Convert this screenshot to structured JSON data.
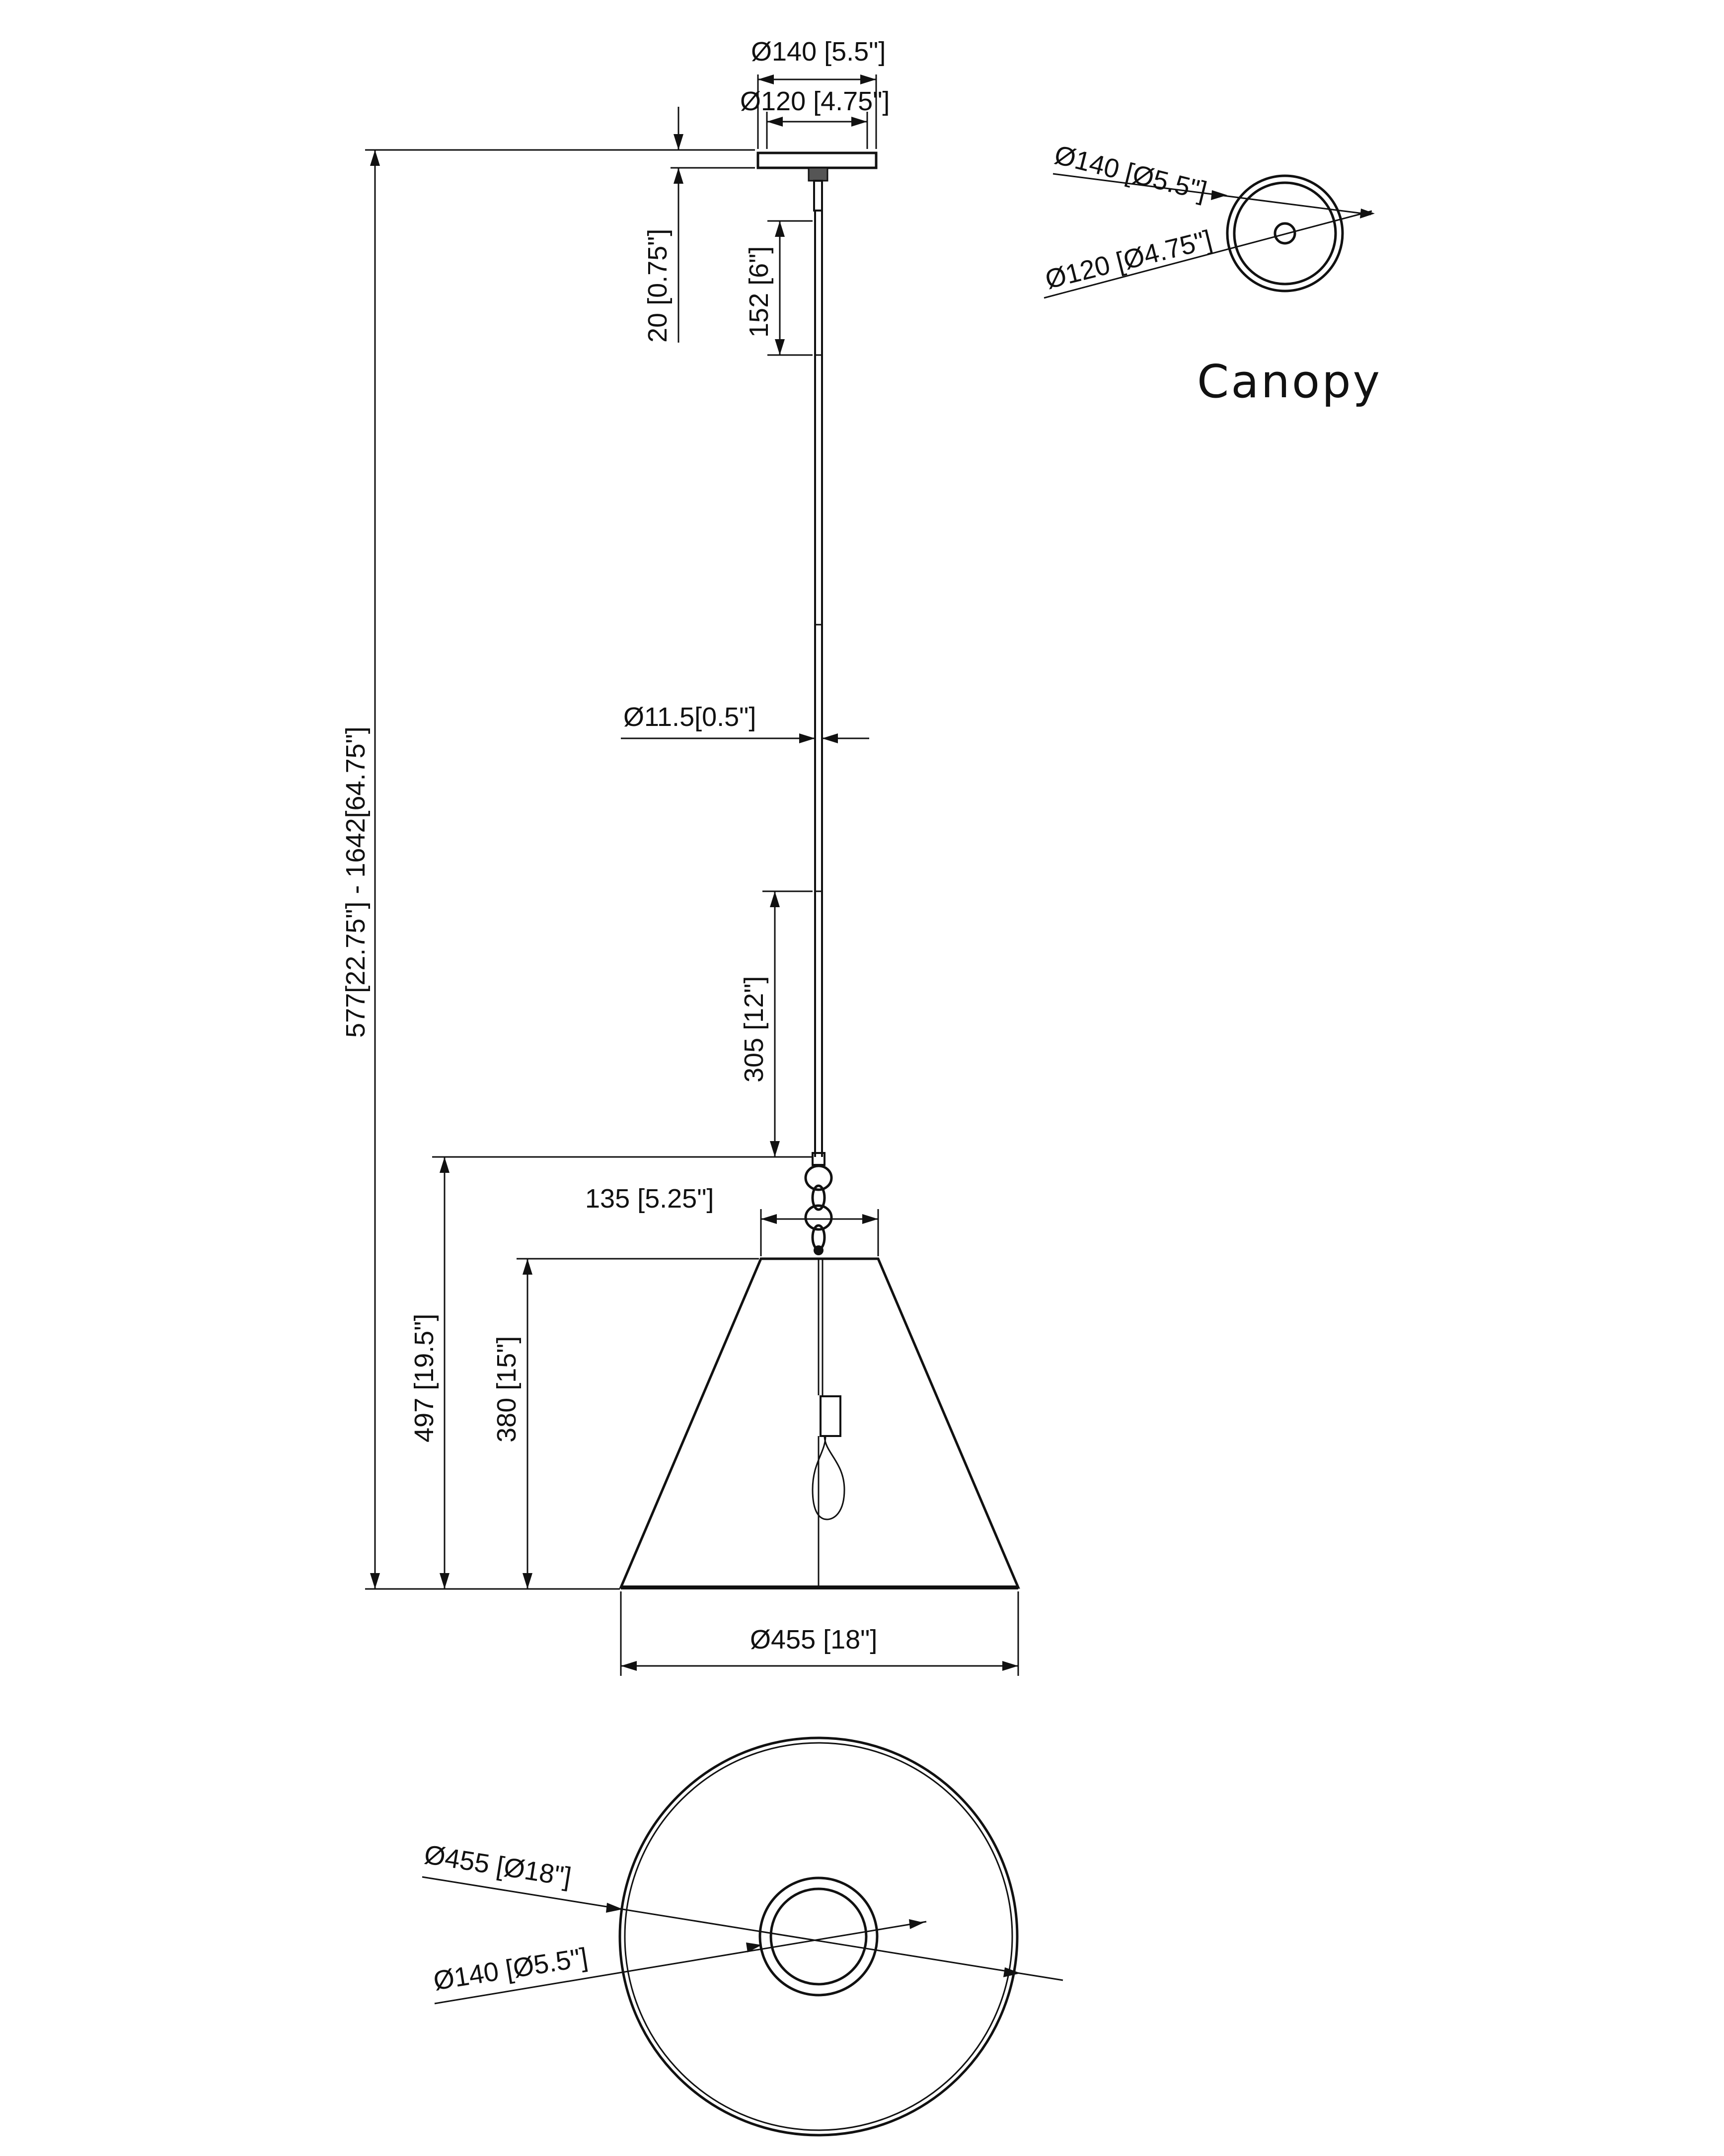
{
  "labels": {
    "canopy_title": "Canopy",
    "canopy_outer": "Ø140 [5.5\"]",
    "canopy_inner": "Ø120 [4.75\"]",
    "canopy_height": "20 [0.75\"]",
    "top_rod": "152 [6\"]",
    "total_height": "577[22.75\"] - 1642[64.75\"]",
    "rod_diameter": "Ø11.5[0.5\"]",
    "bottom_rod": "305 [12\"]",
    "top_width": "135 [5.25\"]",
    "shade_height_total": "497 [19.5\"]",
    "shade_height": "380 [15\"]",
    "shade_diameter": "Ø455 [18\"]",
    "canopy_view_outer": "Ø140 [Ø5.5\"]",
    "canopy_view_inner": "Ø120 [Ø4.75\"]",
    "bottom_view_outer": "Ø455 [Ø18\"]",
    "bottom_view_inner": "Ø140 [Ø5.5\"]"
  }
}
